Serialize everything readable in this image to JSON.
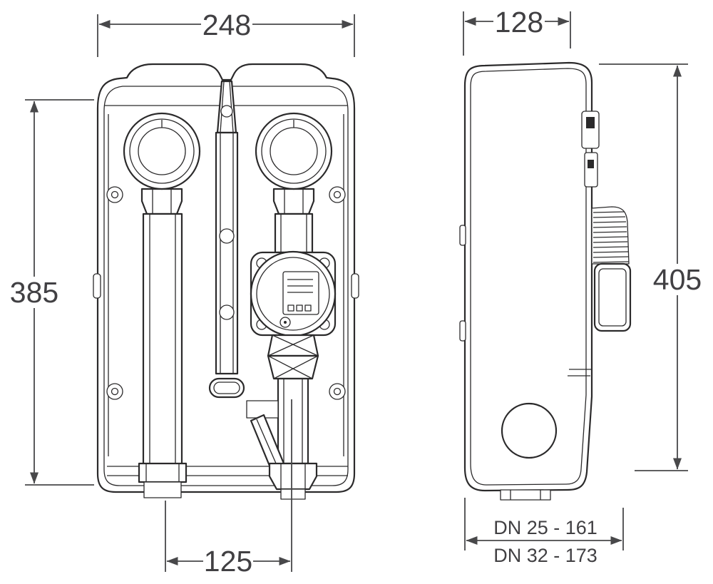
{
  "drawing": {
    "type": "technical-dimension-drawing",
    "views": {
      "front": {
        "width": "248",
        "height": "385",
        "port_spacing": "125"
      },
      "side": {
        "depth": "128",
        "height": "405",
        "depth_note_1": "DN 25 - 161",
        "depth_note_2": "DN 32 - 173"
      }
    }
  },
  "colors": {
    "background": "#ffffff",
    "line": "#2b2a2b",
    "dimension": "#48484a",
    "text": "#414043"
  }
}
